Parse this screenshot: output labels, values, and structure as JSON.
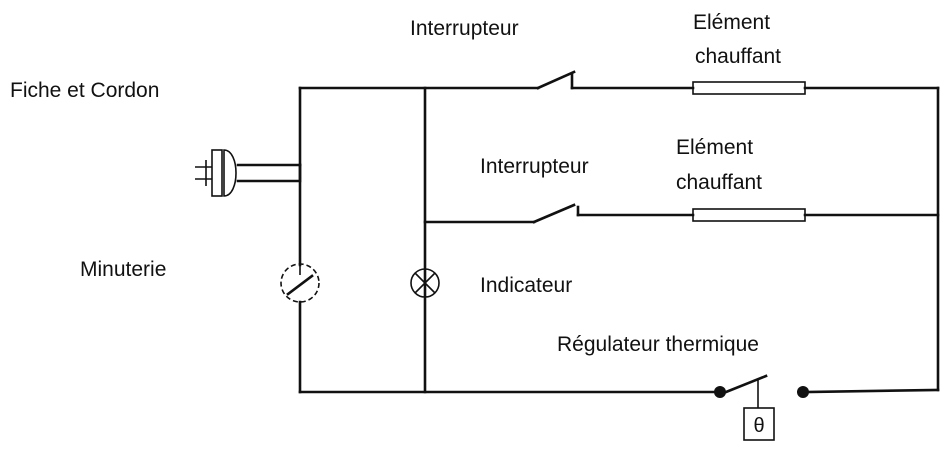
{
  "labels": {
    "plug_cord": "Fiche et Cordon",
    "switch_top": "Interrupteur",
    "heater_top_line1": "Elément",
    "heater_top_line2": "chauffant",
    "switch_mid": "Interrupteur",
    "heater_mid_line1": "Elément",
    "heater_mid_line2": "chauffant",
    "timer": "Minuterie",
    "indicator": "Indicateur",
    "thermostat": "Régulateur thermique",
    "thermostat_symbol": "θ"
  },
  "colors": {
    "line": "#111111",
    "background": "#ffffff"
  }
}
